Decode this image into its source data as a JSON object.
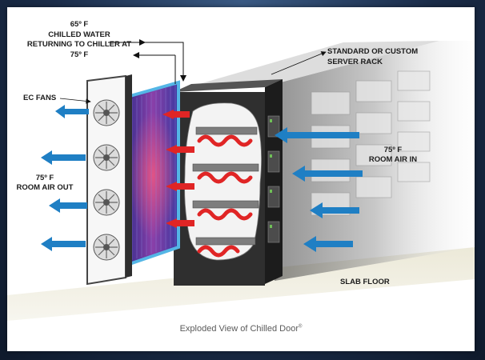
{
  "labels": {
    "chilled_water_temp": "65º F",
    "chilled_water_line1": "CHILLED WATER",
    "chilled_water_line2": "RETURNING TO CHILLER AT",
    "chilled_water_return_temp": "75º F",
    "rack_line1": "STANDARD OR CUSTOM",
    "rack_line2": "SERVER RACK",
    "ec_fans": "EC FANS",
    "room_air_in_temp": "75º F",
    "room_air_in": "ROOM AIR IN",
    "room_air_out_temp": "75º F",
    "room_air_out": "ROOM AIR OUT",
    "slab_floor": "SLAB FLOOR"
  },
  "caption": {
    "text": "Exploded View of Chilled Door",
    "mark": "®"
  },
  "colors": {
    "air_arrow": "#1f7fc4",
    "heat_arrow": "#e02525",
    "coil_frame": "#54b6e6",
    "rack": "#2f2f2f"
  }
}
